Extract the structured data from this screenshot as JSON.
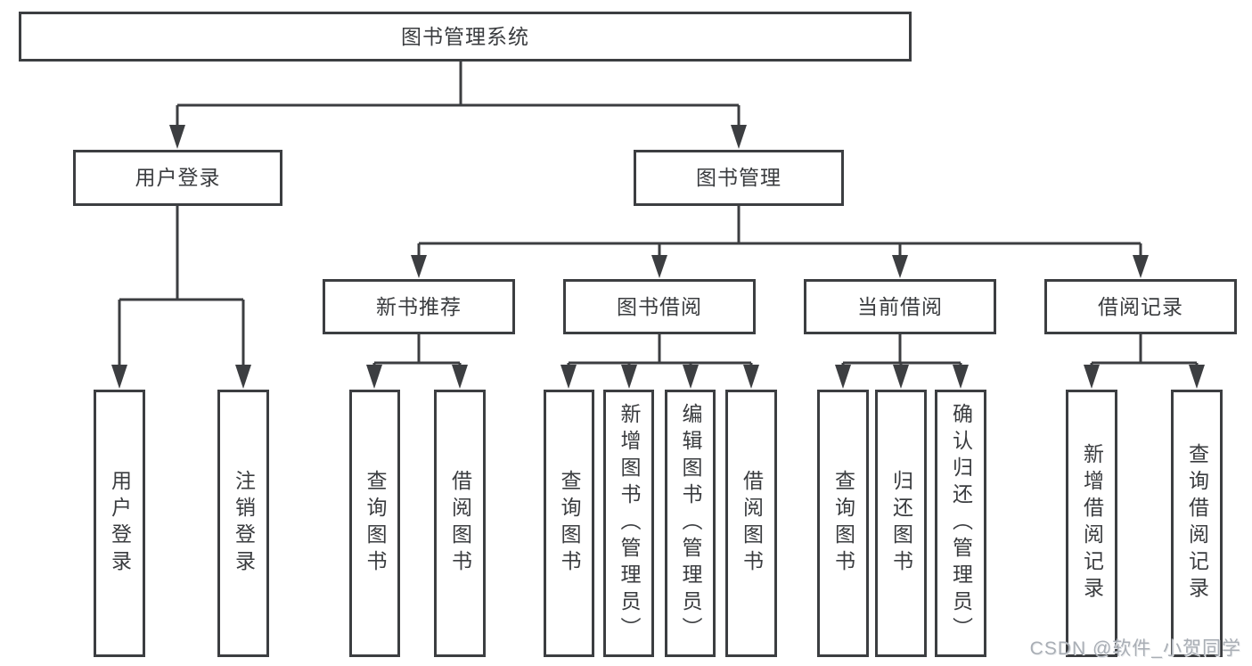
{
  "diagram": {
    "title": "图书管理系统",
    "branches": {
      "user_login": {
        "label": "用户登录",
        "children": [
          "用户登录",
          "注销登录"
        ]
      },
      "book_management": {
        "label": "图书管理",
        "sections": [
          {
            "label": "新书推荐",
            "children": [
              "查询图书",
              "借阅图书"
            ]
          },
          {
            "label": "图书借阅",
            "children": [
              "查询图书",
              "新增图书（管理员）",
              "编辑图书（管理员）",
              "借阅图书"
            ]
          },
          {
            "label": "当前借阅",
            "children": [
              "查询图书",
              "归还图书",
              "确认归还（管理员）"
            ]
          },
          {
            "label": "借阅记录",
            "children": [
              "新增借阅记录",
              "查询借阅记录"
            ]
          }
        ]
      }
    },
    "watermark": "CSDN @软件_小贺同学",
    "colors": {
      "line": "#3c3e41",
      "text": "#3a3c3f",
      "background": "#ffffff",
      "watermark": "#a9aeb5"
    }
  }
}
